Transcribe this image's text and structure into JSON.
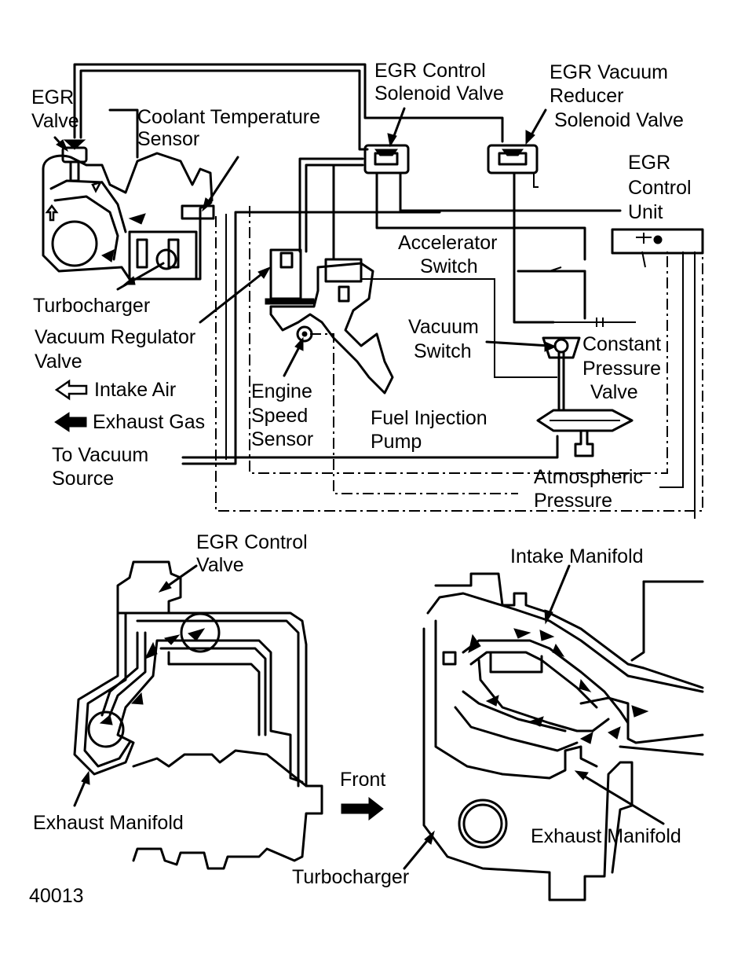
{
  "top_diagram": {
    "labels": {
      "egr_valve": [
        "EGR",
        "Valve"
      ],
      "coolant_sensor": [
        "Coolant Temperature",
        "Sensor"
      ],
      "egr_control_solenoid": [
        "EGR Control",
        "Solenoid Valve"
      ],
      "egr_vacuum_reducer": [
        "EGR Vacuum",
        "Reducer",
        "Solenoid Valve"
      ],
      "egr_control_unit": [
        "EGR",
        "Control",
        "Unit"
      ],
      "accelerator_switch": [
        "Accelerator",
        "Switch"
      ],
      "turbocharger": "Turbocharger",
      "vacuum_regulator": [
        "Vacuum Regulator",
        "Valve"
      ],
      "vacuum_switch": [
        "Vacuum",
        "Switch"
      ],
      "constant_pressure": [
        "Constant",
        "Pressure",
        "Valve"
      ],
      "engine_speed_sensor": [
        "Engine",
        "Speed",
        "Sensor"
      ],
      "fuel_injection_pump": [
        "Fuel Injection",
        "Pump"
      ],
      "to_vacuum_source": [
        "To Vacuum",
        "Source"
      ],
      "atmospheric_pressure": [
        "Atmospheric",
        "Pressure"
      ]
    },
    "legend": {
      "intake_air": "Intake Air",
      "exhaust_gas": "Exhaust Gas"
    }
  },
  "bottom_diagram": {
    "labels": {
      "egr_control_valve": [
        "EGR Control",
        "Valve"
      ],
      "intake_manifold": "Intake Manifold",
      "exhaust_manifold_left": "Exhaust Manifold",
      "exhaust_manifold_right": "Exhaust Manifold",
      "front": "Front",
      "turbocharger": "Turbocharger"
    }
  },
  "figure_number": "40013"
}
